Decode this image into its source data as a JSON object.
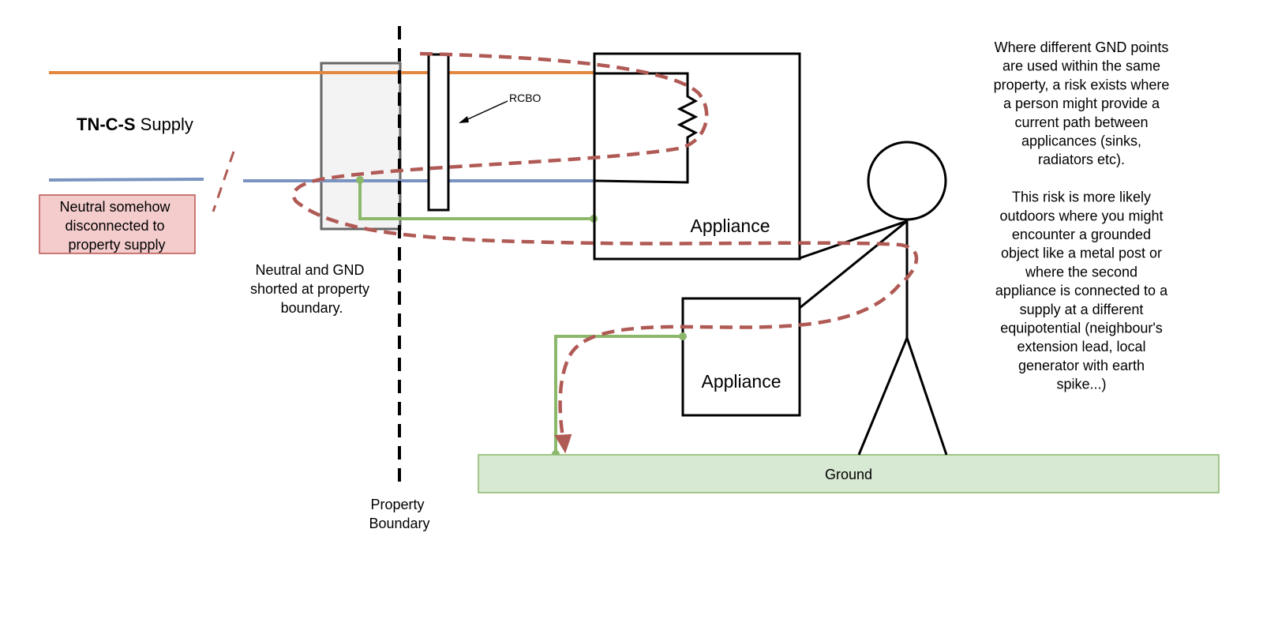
{
  "title": {
    "bold": "TN-C-S",
    "rest": " Supply"
  },
  "rcbo_label": "RCBO",
  "appliance_top_label": "Appliance",
  "appliance_bottom_label": "Appliance",
  "ground_label": "Ground",
  "property_boundary_label": [
    "Property",
    "Boundary"
  ],
  "short_label": [
    "Neutral and GND",
    "shorted at property",
    "boundary."
  ],
  "neutral_fault_label": [
    "Neutral somehow",
    "disconnected to",
    "property supply"
  ],
  "explanation": [
    "Where different GND points",
    "are used within the same",
    "property, a risk exists where",
    "a person might provide a",
    "current path between",
    "applicances (sinks,",
    "radiators etc).",
    "",
    "This risk is more likely",
    "outdoors where you might",
    "encounter a grounded",
    "object like a metal post or",
    "where the second",
    "appliance is connected to a",
    "supply at a different",
    "equipotential (neighbour's",
    "extension lead, local",
    "generator with earth",
    "spike...)"
  ],
  "colors": {
    "live": "#E5883F",
    "neutral": "#7A93C0",
    "earth": "#8CB86B",
    "current_path": "#B05A55",
    "ground_fill": "#D7E8D3",
    "ground_stroke": "#8CB86B",
    "fault_fill": "#F4CCCC",
    "fault_stroke": "#B85450",
    "cutout_fill": "#F3F3F3",
    "cutout_stroke": "#666666"
  }
}
